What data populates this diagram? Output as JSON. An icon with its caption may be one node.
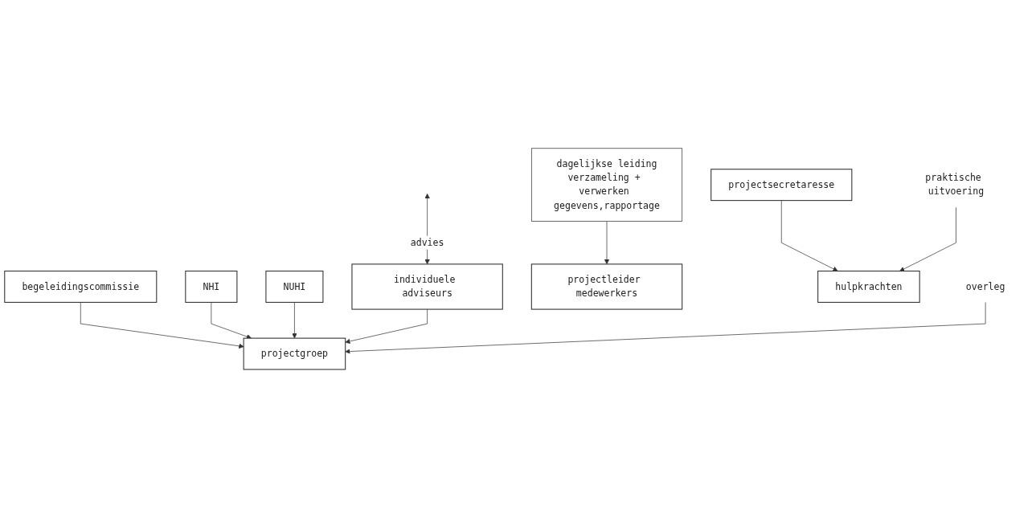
{
  "diagram": {
    "nodes": [
      {
        "text": [
          "begeleidingscommissie"
        ]
      },
      {
        "text": [
          "NHI"
        ]
      },
      {
        "text": [
          "NUHI"
        ]
      },
      {
        "text": [
          "individuele adviseurs"
        ]
      },
      {
        "text": [
          "projectgroep"
        ]
      },
      {
        "text": [
          "projectleider medewerkers"
        ]
      },
      {
        "text": [
          "projectsecretaresse"
        ]
      },
      {
        "text": [
          "hulpkrachten"
        ]
      },
      {
        "text": [
          "overleg"
        ]
      },
      {
        "text": [
          "dagelijkse leiding",
          "verzameling + verwerken gegevens,rapportage"
        ]
      },
      {
        "text": [
          "praktische uitvoering"
        ]
      }
    ],
    "edges": [
      {
        "from": 0,
        "to": 4,
        "arrow": "to"
      },
      {
        "from": 1,
        "to": 4,
        "arrow": "to"
      },
      {
        "from": 2,
        "to": 4,
        "arrow": "to"
      },
      {
        "from": 3,
        "to": 4,
        "arrow": "to"
      },
      {
        "from": null,
        "to": 3,
        "arrow": "both",
        "label": "advies"
      },
      {
        "from": 8,
        "to": 4,
        "arrow": "to"
      },
      {
        "from": 9,
        "to": 5,
        "arrow": "to"
      },
      {
        "from": 6,
        "to": 7,
        "arrow": "to"
      },
      {
        "from": 10,
        "to": 7,
        "arrow": "to"
      }
    ]
  }
}
